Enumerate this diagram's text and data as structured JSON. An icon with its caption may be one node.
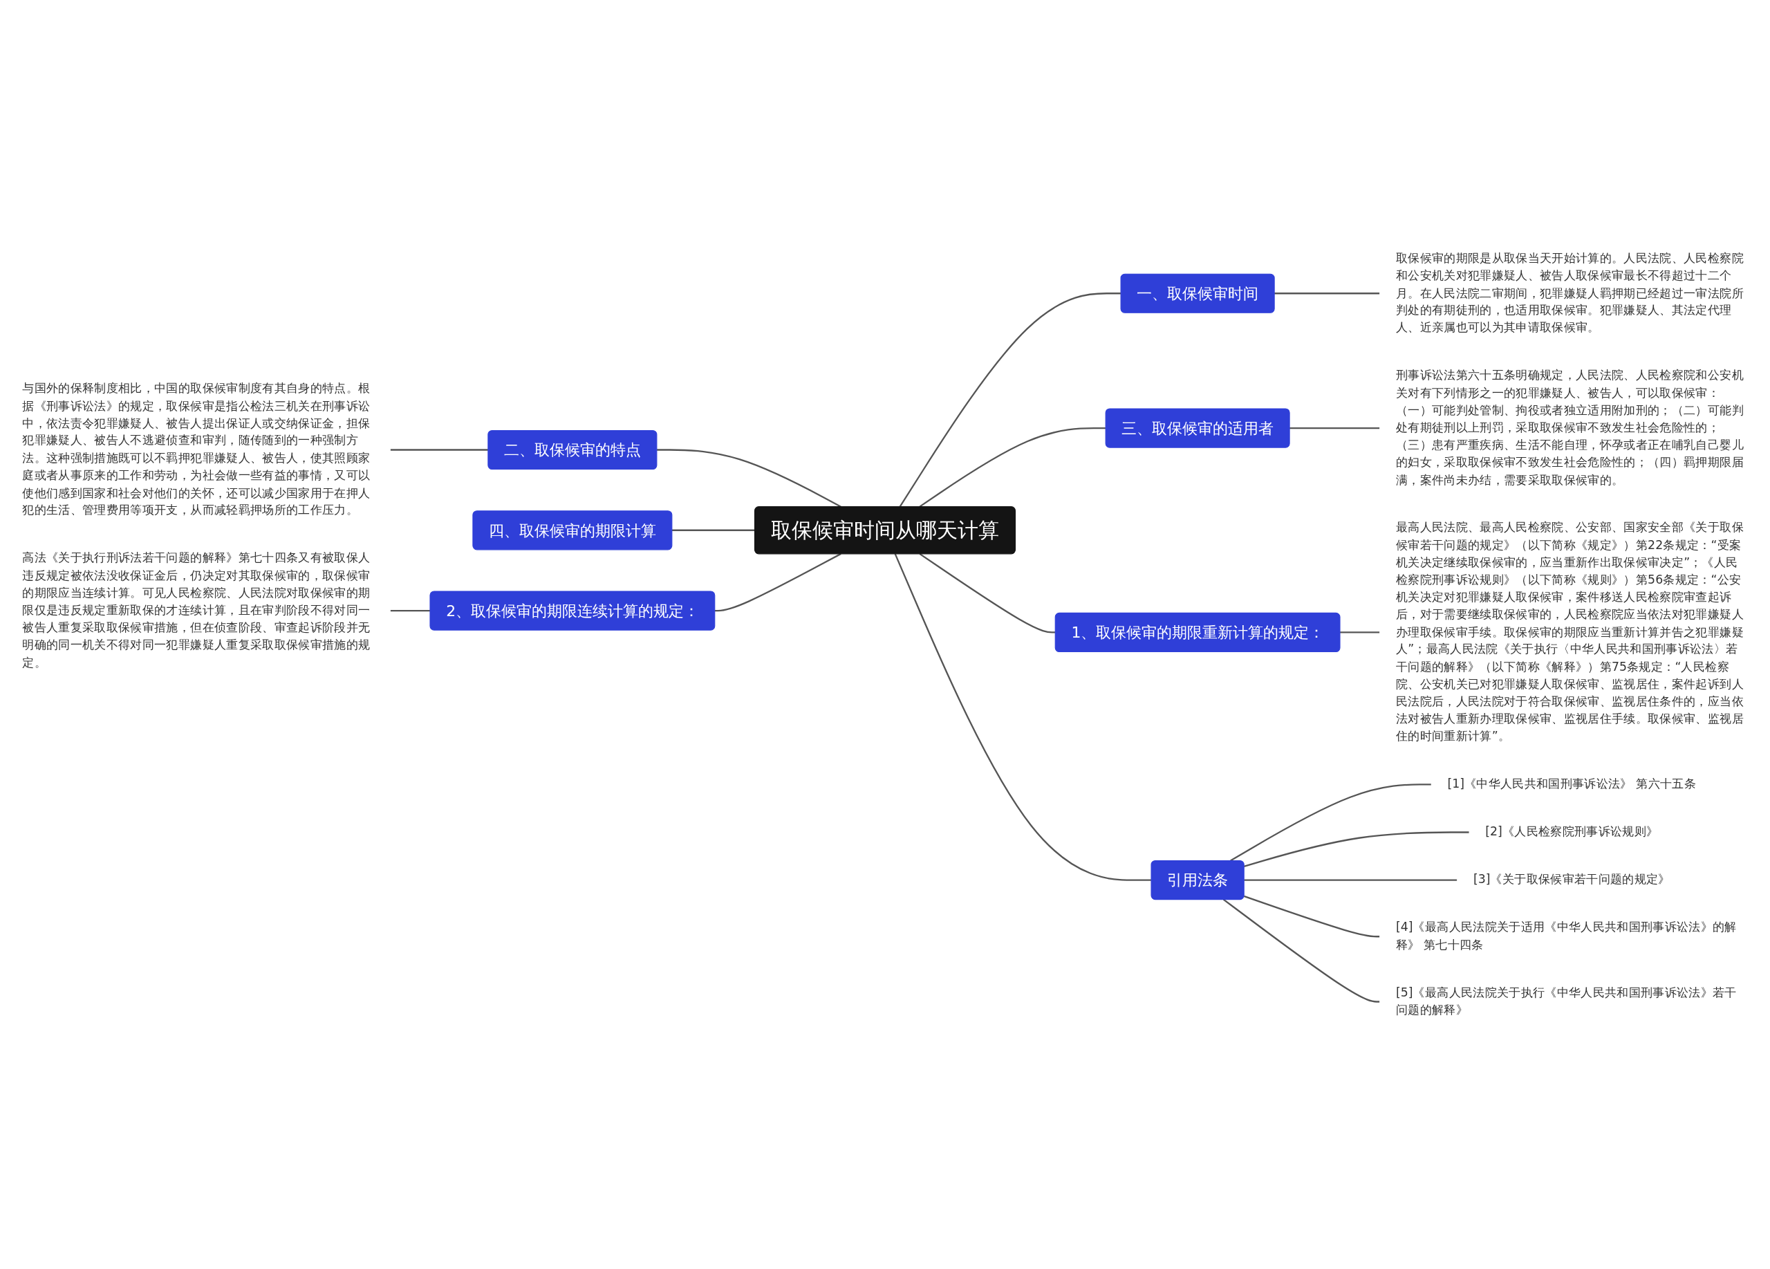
{
  "diagram": {
    "nodes": [
      {
        "text": [
          "取保候审时间从哪天计算"
        ]
      },
      {
        "text": [
          "一、取保候审时间"
        ]
      },
      {
        "text": [
          "取保候审的期限是从取保当天开始计算的。人民法院、人民检察院和公安机关对犯罪嫌疑人、被告人取保候审最长不得超过十二个月。在人民法院二审期间，犯罪嫌疑人羁押期已经超过一审法院所判处的有期徒刑的，也适用取保候审。犯罪嫌疑人、其法定代理人、近亲属也可以为其申请取保候审。"
        ]
      },
      {
        "text": [
          "二、取保候审的特点"
        ]
      },
      {
        "text": [
          "与国外的保释制度相比，中国的取保候审制度有其自身的特点。根据《刑事诉讼法》的规定，取保候审是指公检法三机关在刑事诉讼中，依法责令犯罪嫌疑人、被告人提出保证人或交纳保证金，担保犯罪嫌疑人、被告人不逃避侦查和审判，随传随到的一种强制方法。这种强制措施既可以不羁押犯罪嫌疑人、被告人，使其照顾家庭或者从事原来的工作和劳动，为社会做一些有益的事情，又可以使他们感到国家和社会对他们的关怀，还可以减少国家用于在押人犯的生活、管理费用等项开支，从而减轻羁押场所的工作压力。"
        ]
      },
      {
        "text": [
          "三、取保候审的适用者"
        ]
      },
      {
        "text": [
          "刑事诉讼法第六十五条明确规定，人民法院、人民检察院和公安机关对有下列情形之一的犯罪嫌疑人、被告人，可以取保候审：（一）可能判处管制、拘役或者独立适用附加刑的；（二）可能判处有期徒刑以上刑罚，采取取保候审不致发生社会危险性的；（三）患有严重疾病、生活不能自理，怀孕或者正在哺乳自己婴儿的妇女，采取取保候审不致发生社会危险性的；（四）羁押期限届满，案件尚未办结，需要采取取保候审的。"
        ]
      },
      {
        "text": [
          "四、取保候审的期限计算"
        ]
      },
      {
        "text": [
          "1、取保候审的期限重新计算的规定："
        ]
      },
      {
        "text": [
          "最高人民法院、最高人民检察院、公安部、国家安全部《关于取保候审若干问题的规定》（以下简称《规定》）第22条规定：“受案机关决定继续取保候审的，应当重新作出取保候审决定”；《人民检察院刑事诉讼规则》（以下简称《规则》）第56条规定：“公安机关决定对犯罪嫌疑人取保候审，案件移送人民检察院审查起诉后，对于需要继续取保候审的，人民检察院应当依法对犯罪嫌疑人办理取保候审手续。取保候审的期限应当重新计算并告之犯罪嫌疑人”；最高人民法院《关于执行〈中华人民共和国刑事诉讼法〉若干问题的解释》（以下简称《解释》）第75条规定：“人民检察院、公安机关已对犯罪嫌疑人取保候审、监视居住，案件起诉到人民法院后，人民法院对于符合取保候审、监视居住条件的，应当依法对被告人重新办理取保候审、监视居住手续。取保候审、监视居住的时间重新计算”。"
        ]
      },
      {
        "text": [
          "2、取保候审的期限连续计算的规定："
        ]
      },
      {
        "text": [
          "高法《关于执行刑诉法若干问题的解释》第七十四条又有被取保人违反规定被依法没收保证金后，仍决定对其取保候审的，取保候审的期限应当连续计算。可见人民检察院、人民法院对取保候审的期限仅是违反规定重新取保的才连续计算，且在审判阶段不得对同一被告人重复采取取保候审措施，但在侦查阶段、审查起诉阶段并无明确的同一机关不得对同一犯罪嫌疑人重复采取取保候审措施的规定。"
        ]
      },
      {
        "text": [
          "引用法条"
        ]
      },
      {
        "text": [
          "[1]《中华人民共和国刑事诉讼法》 第六十五条"
        ]
      },
      {
        "text": [
          "[2]《人民检察院刑事诉讼规则》"
        ]
      },
      {
        "text": [
          "[3]《关于取保候审若干问题的规定》"
        ]
      },
      {
        "text": [
          "[4]《最高人民法院关于适用《中华人民共和国刑事诉讼法》的解释》 第七十四条"
        ]
      },
      {
        "text": [
          "[5]《最高人民法院关于执行《中华人民共和国刑事诉讼法》若干问题的解释》"
        ]
      }
    ],
    "edges": [
      {
        "from": 0,
        "to": 1,
        "arrow": "none"
      },
      {
        "from": 1,
        "to": 2,
        "arrow": "none"
      },
      {
        "from": 0,
        "to": 3,
        "arrow": "none"
      },
      {
        "from": 3,
        "to": 4,
        "arrow": "none"
      },
      {
        "from": 0,
        "to": 5,
        "arrow": "none"
      },
      {
        "from": 5,
        "to": 6,
        "arrow": "none"
      },
      {
        "from": 0,
        "to": 7,
        "arrow": "none"
      },
      {
        "from": 0,
        "to": 8,
        "arrow": "none"
      },
      {
        "from": 8,
        "to": 9,
        "arrow": "none"
      },
      {
        "from": 0,
        "to": 10,
        "arrow": "none"
      },
      {
        "from": 10,
        "to": 11,
        "arrow": "none"
      },
      {
        "from": 0,
        "to": 12,
        "arrow": "none"
      },
      {
        "from": 12,
        "to": 13,
        "arrow": "none"
      },
      {
        "from": 12,
        "to": 14,
        "arrow": "none"
      },
      {
        "from": 12,
        "to": 15,
        "arrow": "none"
      },
      {
        "from": 12,
        "to": 16,
        "arrow": "none"
      },
      {
        "from": 12,
        "to": 17,
        "arrow": "none"
      }
    ]
  }
}
